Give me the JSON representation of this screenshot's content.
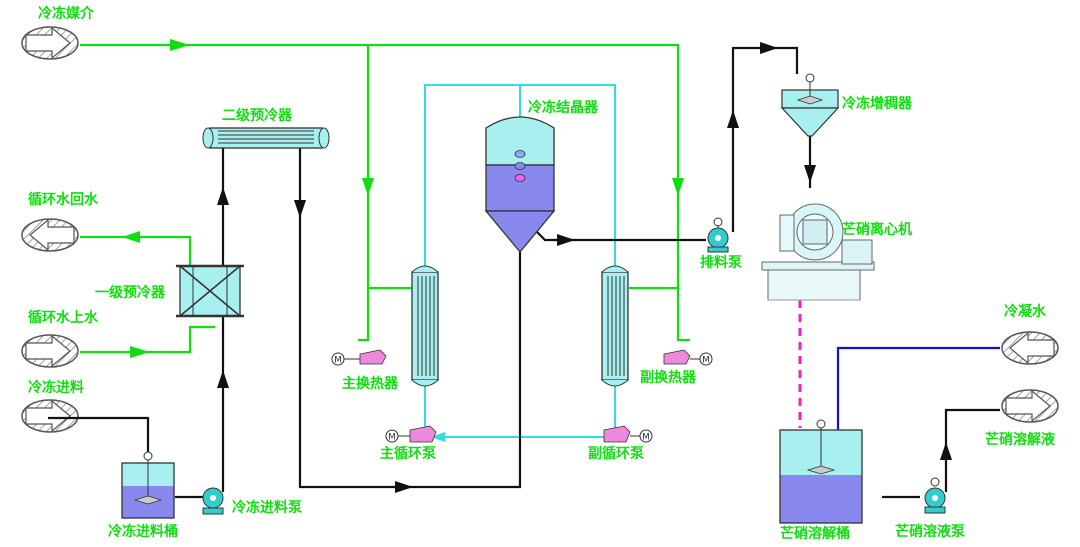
{
  "labels": {
    "refrigerant": "冷冻媒介",
    "crystallizer": "冷冻结晶器",
    "thickener": "冷冻增稠器",
    "secondary_precooler": "二级预冷器",
    "cw_return": "循环水回水",
    "primary_precooler": "一级预冷器",
    "cw_supply": "循环水上水",
    "freeze_feed": "冷冻进料",
    "feed_tank": "冷冻进料桶",
    "feed_pump": "冷冻进料泵",
    "main_exchanger": "主换热器",
    "aux_exchanger": "副换热器",
    "main_circ_pump": "主循环泵",
    "aux_circ_pump": "副循环泵",
    "discharge_pump": "排料泵",
    "centrifuge": "芒硝离心机",
    "condensate": "冷凝水",
    "dissolve_liquid": "芒硝溶解液",
    "dissolve_tank": "芒硝溶解桶",
    "solution_pump": "芒硝溶液泵"
  },
  "colors": {
    "refrigerant_line": "#11dd11",
    "circulation_line": "#33dddd",
    "process_line": "#111111",
    "condensate_line": "#1111cc",
    "slurry_line": "#ee22cc",
    "liquid_upper": "#a8f0f0",
    "liquid_lower": "#8888ee",
    "pump_body": "#ee88dd",
    "label_text": "#11dd11"
  },
  "icons": {
    "connector": "hatched-arrow-icon",
    "motor": "motor-M-icon",
    "pump": "centrifugal-pump-icon"
  },
  "motor_glyph": "M"
}
